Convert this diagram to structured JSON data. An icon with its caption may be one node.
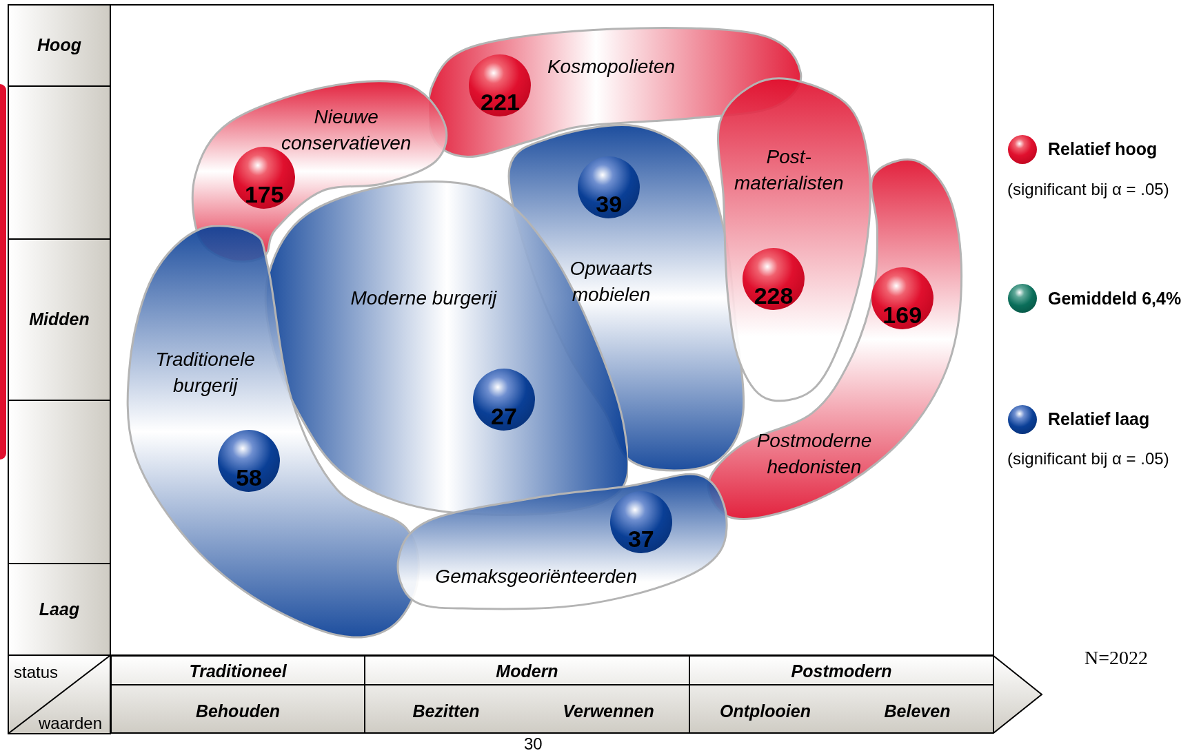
{
  "diagram": {
    "nodes": [
      {
        "text": [
          "Kosmopolieten"
        ]
      },
      {
        "text": [
          "221"
        ],
        "in": 0
      },
      {
        "text": [
          "Nieuwe conservatieven"
        ]
      },
      {
        "text": [
          "175"
        ],
        "in": 2
      },
      {
        "text": [
          "Opwaarts mobielen"
        ]
      },
      {
        "text": [
          "39"
        ],
        "in": 4
      },
      {
        "text": [
          "Post- materialisten"
        ]
      },
      {
        "text": [
          "228"
        ],
        "in": 6
      },
      {
        "text": [
          "Postmoderne hedonisten"
        ]
      },
      {
        "text": [
          "169"
        ],
        "in": 8
      },
      {
        "text": [
          "Moderne burgerij"
        ]
      },
      {
        "text": [
          "27"
        ],
        "in": 10
      },
      {
        "text": [
          "Traditionele burgerij"
        ]
      },
      {
        "text": [
          "58"
        ],
        "in": 12
      },
      {
        "text": [
          "Gemaksgeoriënteerden"
        ]
      },
      {
        "text": [
          "37"
        ],
        "in": 14
      }
    ],
    "edges": [],
    "labels": [
      "Hoog",
      "Midden",
      "Laag",
      "status",
      "waarden",
      "Traditioneel",
      "Modern",
      "Postmodern",
      "Behouden",
      "Bezitten",
      "Verwennen",
      "Ontplooien",
      "Beleven",
      "(significant bij α = .05)",
      "(significant bij α = .05)",
      "N=2022",
      "30"
    ],
    "legend": [
      {
        "text": "Relatief hoog",
        "color": "#e0102e"
      },
      {
        "text": "Gemiddeld 6,4%",
        "color": "#0a6e5a"
      },
      {
        "text": "Relatief laag",
        "color": "#0a3f96"
      }
    ]
  }
}
